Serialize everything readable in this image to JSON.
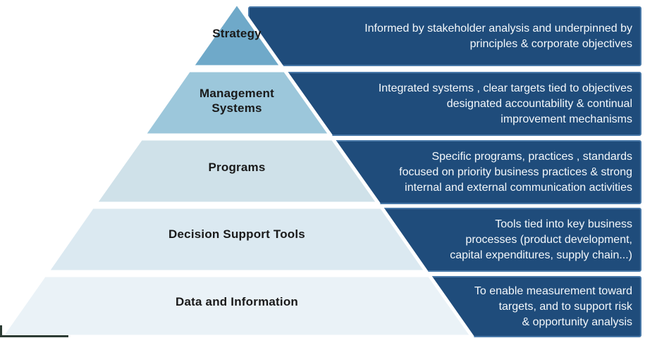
{
  "diagram": {
    "levels": [
      {
        "label": "Strategy",
        "description": "Informed by stakeholder analysis and underpinned by\nprinciples & corporate objectives"
      },
      {
        "label": "Management\nSystems",
        "description": "Integrated systems , clear targets tied to objectives\ndesignated accountability & continual\nimprovement mechanisms"
      },
      {
        "label": "Programs",
        "description": "Specific  programs, practices , standards\nfocused on priority business practices & strong\ninternal and external communication activities"
      },
      {
        "label": "Decision Support Tools",
        "description": "Tools tied into key business\nprocesses (product development,\ncapital expenditures, supply chain...)"
      },
      {
        "label": "Data and Information",
        "description": "To enable measurement  toward\ntargets, and to support risk\n& opportunity analysis"
      }
    ]
  },
  "colors": {
    "level1_fill": "#6FA9C9",
    "level2_fill": "#9CC7DB",
    "level3_fill": "#CFE1E9",
    "level4_fill": "#DBE9F1",
    "level5_fill": "#EAF2F7",
    "box_fill": "#1F4C7B",
    "box_border": "#4878A8",
    "box_text": "#F4F8FB",
    "label_text": "#1A1A1A",
    "underline": "#2B3B33",
    "background": "#FFFFFF"
  }
}
